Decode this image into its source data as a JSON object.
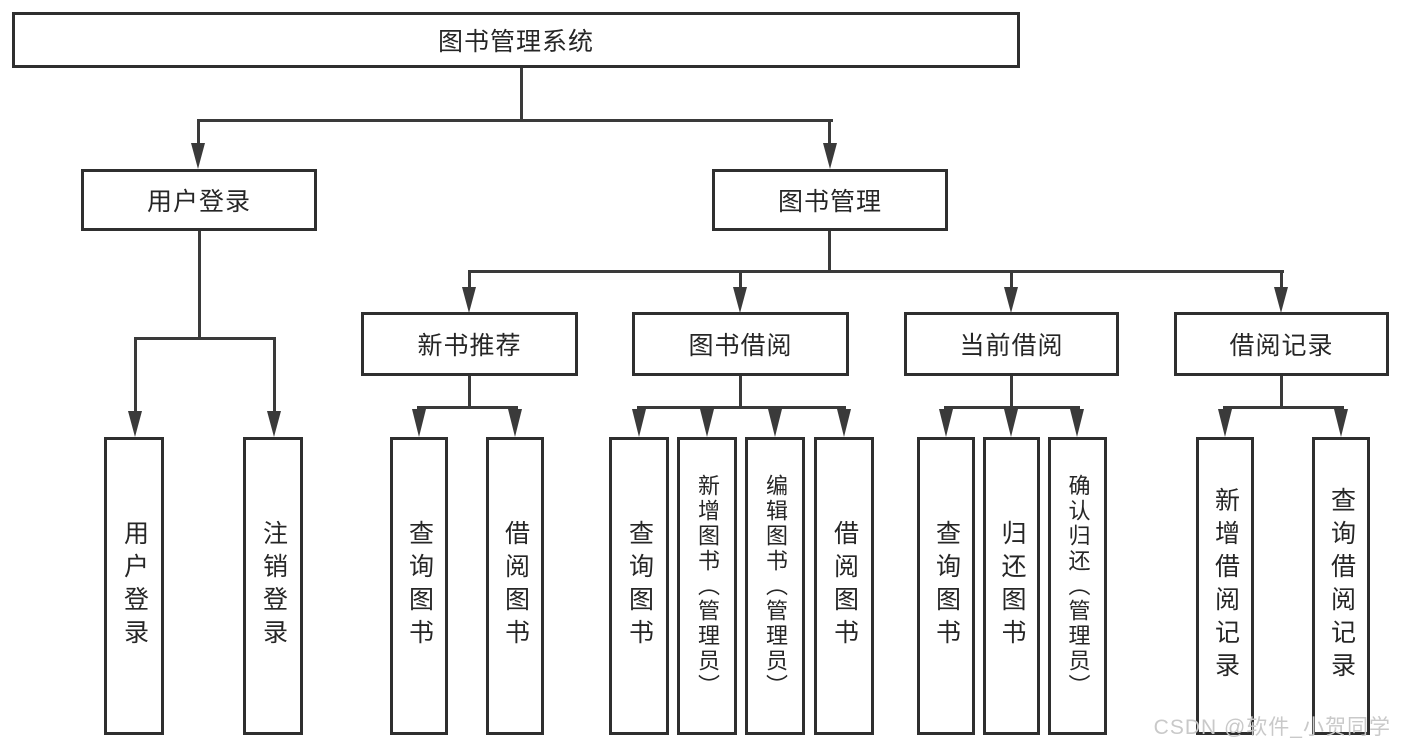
{
  "diagram": {
    "title": "图书管理系统",
    "level2": {
      "user_login": "用户登录",
      "book_mgmt": "图书管理"
    },
    "level3": {
      "new_book_rec": "新书推荐",
      "book_borrow": "图书借阅",
      "current_borrow": "当前借阅",
      "borrow_records": "借阅记录"
    },
    "leaves": {
      "user_login": [
        "用户登录",
        "注销登录"
      ],
      "new_book_rec": [
        "查询图书",
        "借阅图书"
      ],
      "book_borrow": [
        "查询图书",
        "新增图书（管理员）",
        "编辑图书（管理员）",
        "借阅图书"
      ],
      "current_borrow": [
        "查询图书",
        "归还图书",
        "确认归还（管理员）"
      ],
      "borrow_records": [
        "新增借阅记录",
        "查询借阅记录"
      ]
    },
    "watermark": "CSDN @软件_小贺同学",
    "colors": {
      "line": "#3a3a3a",
      "box_border": "#2f2f2f",
      "box_fill": "#ffffff",
      "text": "#262626",
      "watermark": "#c9c9c9"
    }
  }
}
